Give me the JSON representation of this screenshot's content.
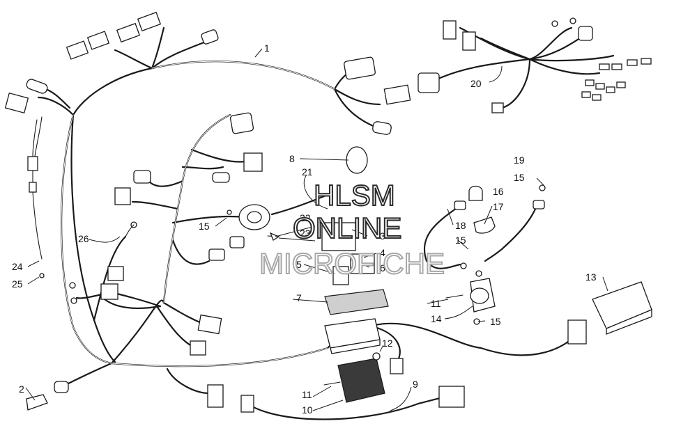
{
  "watermark": {
    "line1": "HLSM",
    "line2": "ONLINE",
    "line3": "MICROFICHE"
  },
  "callouts": {
    "c1": "1",
    "c2": "2",
    "c3": "3",
    "c4": "4",
    "c5": "5",
    "c6": "6",
    "c7": "7",
    "c8": "8",
    "c9": "9",
    "c10": "10",
    "c11a": "11",
    "c11b": "11",
    "c12": "12",
    "c13": "13",
    "c14": "14",
    "c15a": "15",
    "c15b": "15",
    "c15c": "15",
    "c15d": "15",
    "c16": "16",
    "c17": "17",
    "c18": "18",
    "c19": "19",
    "c20": "20",
    "c21": "21",
    "c22": "22",
    "c23": "23",
    "c24": "24",
    "c25": "25",
    "c26": "26"
  }
}
